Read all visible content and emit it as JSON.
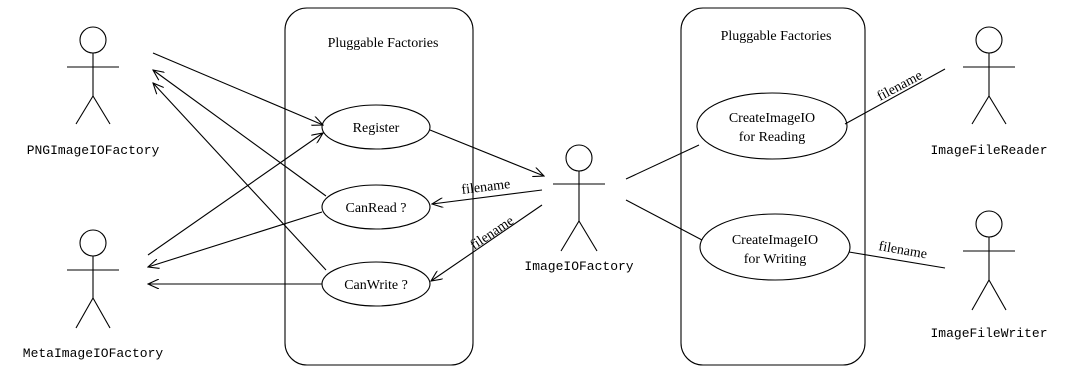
{
  "boundaries": {
    "left_title": "Pluggable Factories",
    "right_title": "Pluggable Factories"
  },
  "actors": {
    "png": "PNGImageIOFactory",
    "meta": "MetaImageIOFactory",
    "central": "ImageIOFactory",
    "reader": "ImageFileReader",
    "writer": "ImageFileWriter"
  },
  "use_cases": {
    "register": [
      "Register"
    ],
    "canread": [
      "CanRead ?"
    ],
    "canwrite": [
      "CanWrite ?"
    ],
    "create_read": [
      "CreateImageIO",
      "for Reading"
    ],
    "create_write": [
      "CreateImageIO",
      "for Writing"
    ]
  },
  "edge_labels": {
    "canread_filename": "filename",
    "canwrite_filename": "filename",
    "reader_filename": "filename",
    "writer_filename": "filename"
  }
}
